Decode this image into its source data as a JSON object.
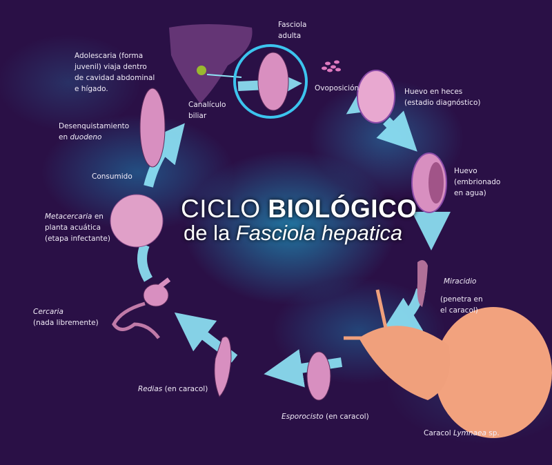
{
  "title": {
    "line1_light": "CICLO ",
    "line1_bold": "BIOLÓGICO",
    "line2_prefix": "de la ",
    "line2_italic": "Fasciola hepatica"
  },
  "labels": {
    "fasciola_adulta": [
      "Fasciola",
      "adulta"
    ],
    "adolescaria": [
      "Adolescaria (forma",
      "juvenil) viaja dentro",
      "de cavidad abdominal",
      "e hígado."
    ],
    "canaliculo": [
      "Canalículo",
      "biliar"
    ],
    "ovoposicion": "Ovoposición",
    "huevo_heces": [
      "Huevo en heces",
      "(estadio diagnóstico)"
    ],
    "desenquistamiento": [
      "Desenquistamiento",
      "en ",
      "duodeno"
    ],
    "huevo_embrionado": [
      "Huevo",
      "(embrionado",
      "en agua)"
    ],
    "consumido": "Consumido",
    "metacercaria": [
      "Metacercaria",
      " en",
      "planta acuática",
      "(etapa infectante)"
    ],
    "miracidio": [
      "Miracidio",
      "(penetra en",
      "el caracol)"
    ],
    "cercaria": [
      "Cercaria",
      "(nada libremente)"
    ],
    "redias": [
      "Redias",
      " (en caracol)"
    ],
    "esporocisto": [
      "Esporocisto",
      " (en caracol)"
    ],
    "caracol": [
      "Caracol ",
      "Lymnaea",
      " sp."
    ]
  },
  "colors": {
    "background": "#2a1046",
    "arrow": "#7fe0f5",
    "organism": "#e6a0cc",
    "snail": "#f2a27e"
  }
}
